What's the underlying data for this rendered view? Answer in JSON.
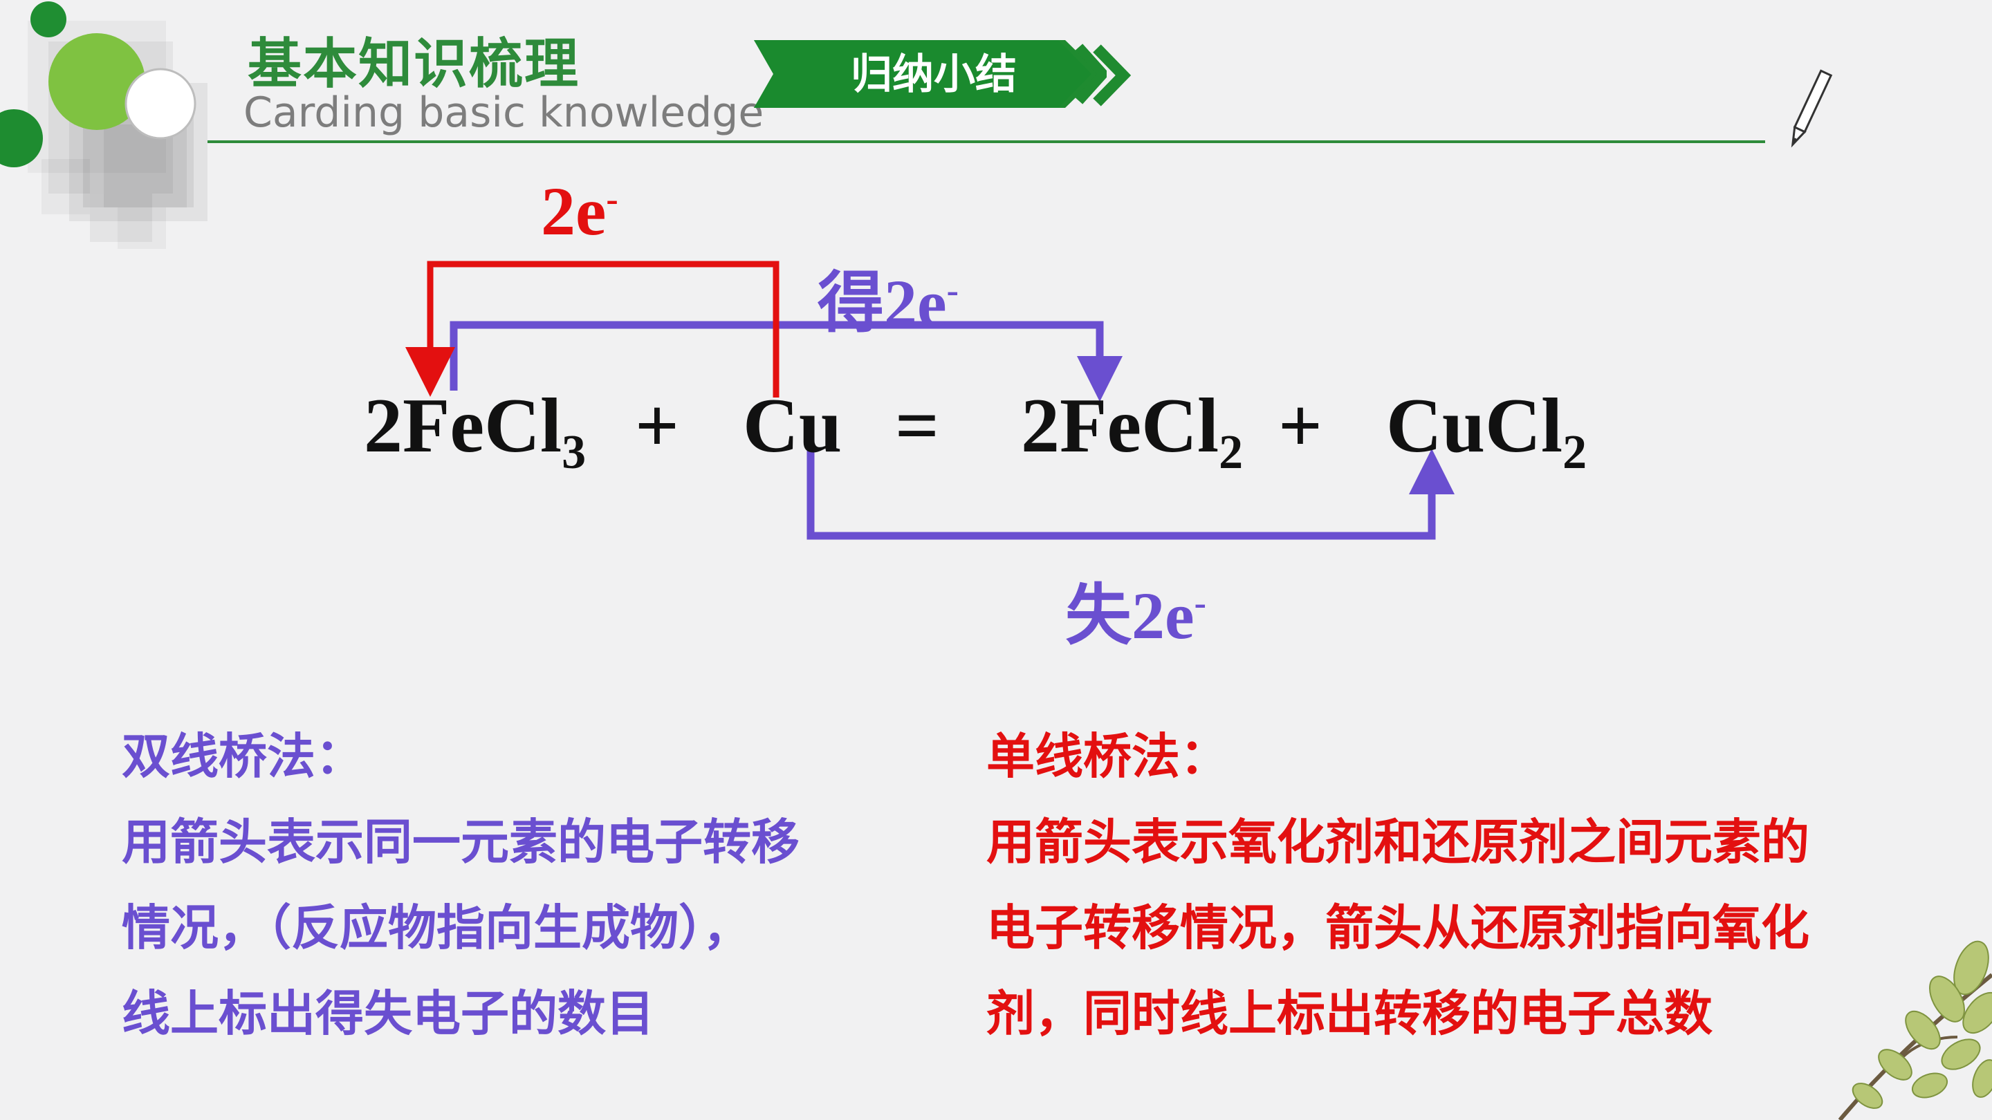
{
  "header": {
    "title_cn": "基本知识梳理",
    "title_en": "Carding basic knowledge",
    "tag": "归纳小结",
    "accent": "#2e8b3b"
  },
  "equation": {
    "term1_coef": "2FeCl",
    "term1_sub": "3",
    "plus1": "+",
    "term2": "Cu",
    "equals": "=",
    "term3_coef": "2FeCl",
    "term3_sub": "2",
    "plus2": "+",
    "term4_base": "CuCl",
    "term4_sub": "2"
  },
  "labels": {
    "single_bridge": "2e",
    "single_bridge_sup": "-",
    "gain_prefix": "得2e",
    "gain_sup": "-",
    "lose_prefix": "失2e",
    "lose_sup": "-"
  },
  "colors": {
    "single_bridge": "#e31010",
    "double_bridge": "#6a4fd0"
  },
  "double_line_method": {
    "heading": "双线桥法：",
    "lines": [
      "用箭头表示同一元素的电子转移",
      "情况，（反应物指向生成物），",
      "线上标出得失电子的数目"
    ]
  },
  "single_line_method": {
    "heading": "单线桥法：",
    "lines": [
      "用箭头表示氧化剂和还原剂之间元素的",
      "电子转移情况，箭头从还原剂指向氧化",
      "剂，同时线上标出转移的电子总数"
    ]
  }
}
